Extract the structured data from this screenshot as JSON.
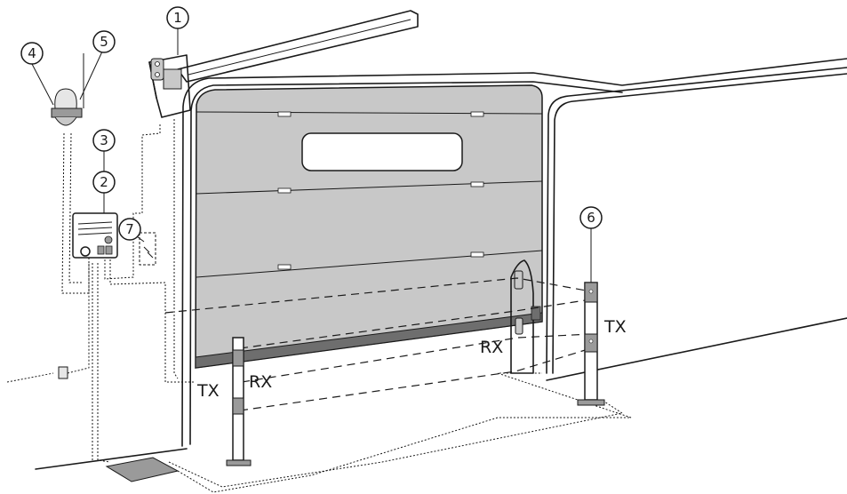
{
  "colors": {
    "door": "#c8c8c8",
    "door_bottom_seal": "#6e6e6e",
    "line": "#1a1a1a",
    "background": "#ffffff"
  },
  "callouts": [
    "1",
    "2",
    "3",
    "4",
    "5",
    "6",
    "7"
  ],
  "labels": {
    "tx_left": "TX",
    "rx_left": "RX",
    "rx_right": "RX",
    "tx_right": "TX"
  },
  "icons": [
    "motor-unit-icon",
    "flashing-lamp-icon",
    "control-box-icon",
    "key-switch-icon",
    "photocell-post-icon",
    "floor-loop-icon",
    "junction-box-icon"
  ]
}
